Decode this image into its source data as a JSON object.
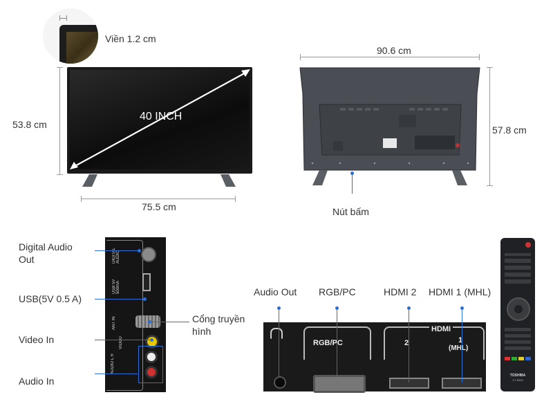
{
  "bezel": {
    "label": "Viền 1.2 cm"
  },
  "front": {
    "screen_size_label": "40 INCH",
    "width_label": "75.5 cm",
    "height_label": "53.8 cm"
  },
  "back": {
    "width_label": "90.6 cm",
    "height_label": "57.8 cm",
    "button_label": "Nút bấm"
  },
  "side_ports": {
    "digital_audio_label": "Digital Audio\nOut",
    "usb_label": "USB(5V 0.5 A)",
    "antenna_label": "Cổng truyền\nhình",
    "video_in_label": "Video In",
    "audio_in_label": "Audio In",
    "panel_text": {
      "digital_audio": "DIGITAL AUDIO",
      "usb": "USB 5V 500mA",
      "ant_in": "ANT IN",
      "video": "VIDEO",
      "audio": "AUDIO L R"
    }
  },
  "rear_ports": {
    "audio_out_label": "Audio Out",
    "rgb_label": "RGB/PC",
    "hdmi2_label": "HDMI 2",
    "hdmi1_label": "HDMI 1 (MHL)",
    "panel_text": {
      "rgb": "RGB/PC",
      "hdmi": "HDMI",
      "hdmi2_num": "2",
      "hdmi1_num": "1",
      "mhl": "(MHL)"
    }
  },
  "remote": {
    "brand": "TOSHIBA",
    "model": "CT-8069"
  }
}
